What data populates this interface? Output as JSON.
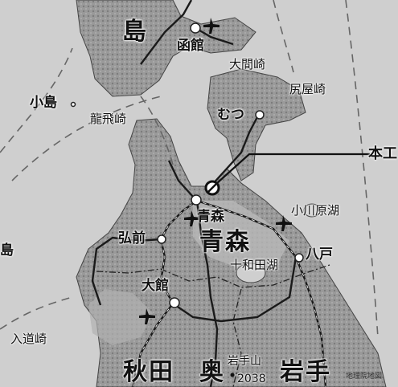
{
  "labels": {
    "hokkaido_region": "島",
    "hakodate": "函館",
    "oomazaki": "大間崎",
    "shiriyazaki": "尻屋崎",
    "mutsu": "むつ",
    "kojima": "小島",
    "tappizaki": "龍飛崎",
    "aomori_city": "青森",
    "aomori_region": "青森",
    "ogawarako": "小川原湖",
    "hachinohe": "八戸",
    "hirosaki": "弘前",
    "towadako": "十和田湖",
    "odate": "大館",
    "left_edge_island": "島",
    "nyudozaki": "入道崎",
    "akita_region": "秋田",
    "oou_region": "奥",
    "iwatesan": "岩手山",
    "iwatesan_elev": "2038",
    "iwate_region": "岩手",
    "callout": "本工",
    "credit": "地理院地図"
  },
  "colors": {
    "sea": "#cfcfcf",
    "land_low": "#a9a9a9",
    "land_high": "#6e6e6e",
    "border": "#222222"
  }
}
